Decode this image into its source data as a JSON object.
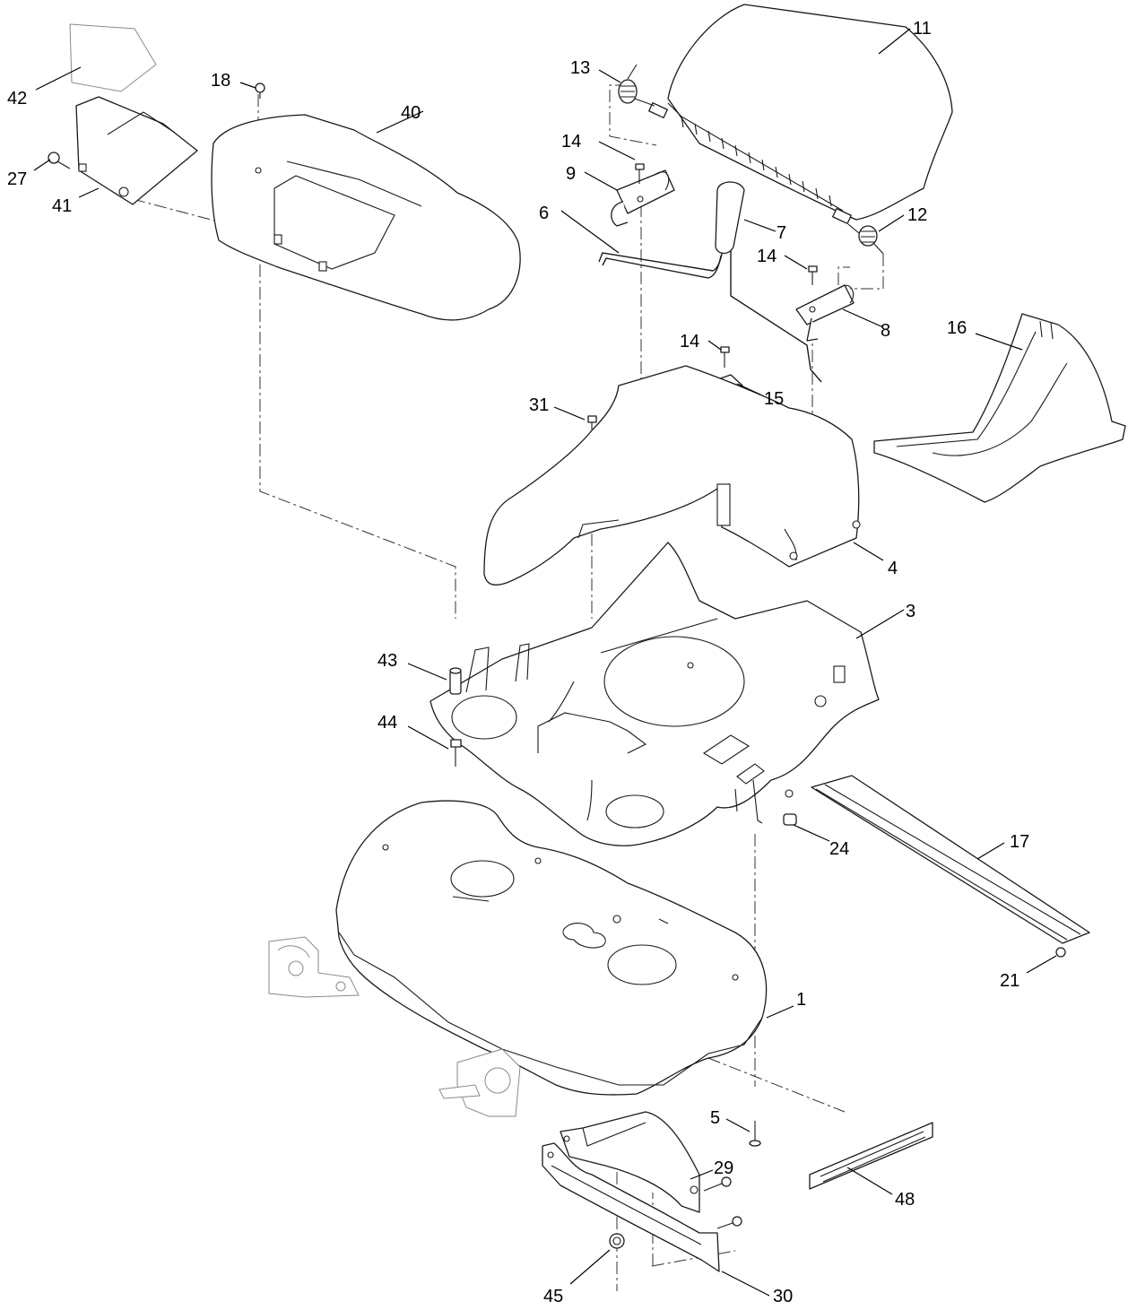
{
  "callouts": [
    {
      "id": "c1",
      "label": "1"
    },
    {
      "id": "c3",
      "label": "3"
    },
    {
      "id": "c4",
      "label": "4"
    },
    {
      "id": "c5",
      "label": "5"
    },
    {
      "id": "c6",
      "label": "6"
    },
    {
      "id": "c7",
      "label": "7"
    },
    {
      "id": "c8",
      "label": "8"
    },
    {
      "id": "c9",
      "label": "9"
    },
    {
      "id": "c11",
      "label": "11"
    },
    {
      "id": "c12",
      "label": "12"
    },
    {
      "id": "c13",
      "label": "13"
    },
    {
      "id": "c14a",
      "label": "14"
    },
    {
      "id": "c14b",
      "label": "14"
    },
    {
      "id": "c14c",
      "label": "14"
    },
    {
      "id": "c15",
      "label": "15"
    },
    {
      "id": "c16",
      "label": "16"
    },
    {
      "id": "c17",
      "label": "17"
    },
    {
      "id": "c18",
      "label": "18"
    },
    {
      "id": "c21",
      "label": "21"
    },
    {
      "id": "c24",
      "label": "24"
    },
    {
      "id": "c27",
      "label": "27"
    },
    {
      "id": "c29",
      "label": "29"
    },
    {
      "id": "c30",
      "label": "30"
    },
    {
      "id": "c31",
      "label": "31"
    },
    {
      "id": "c40",
      "label": "40"
    },
    {
      "id": "c41",
      "label": "41"
    },
    {
      "id": "c42",
      "label": "42"
    },
    {
      "id": "c43",
      "label": "43"
    },
    {
      "id": "c44",
      "label": "44"
    },
    {
      "id": "c45",
      "label": "45"
    },
    {
      "id": "c48",
      "label": "48"
    }
  ]
}
